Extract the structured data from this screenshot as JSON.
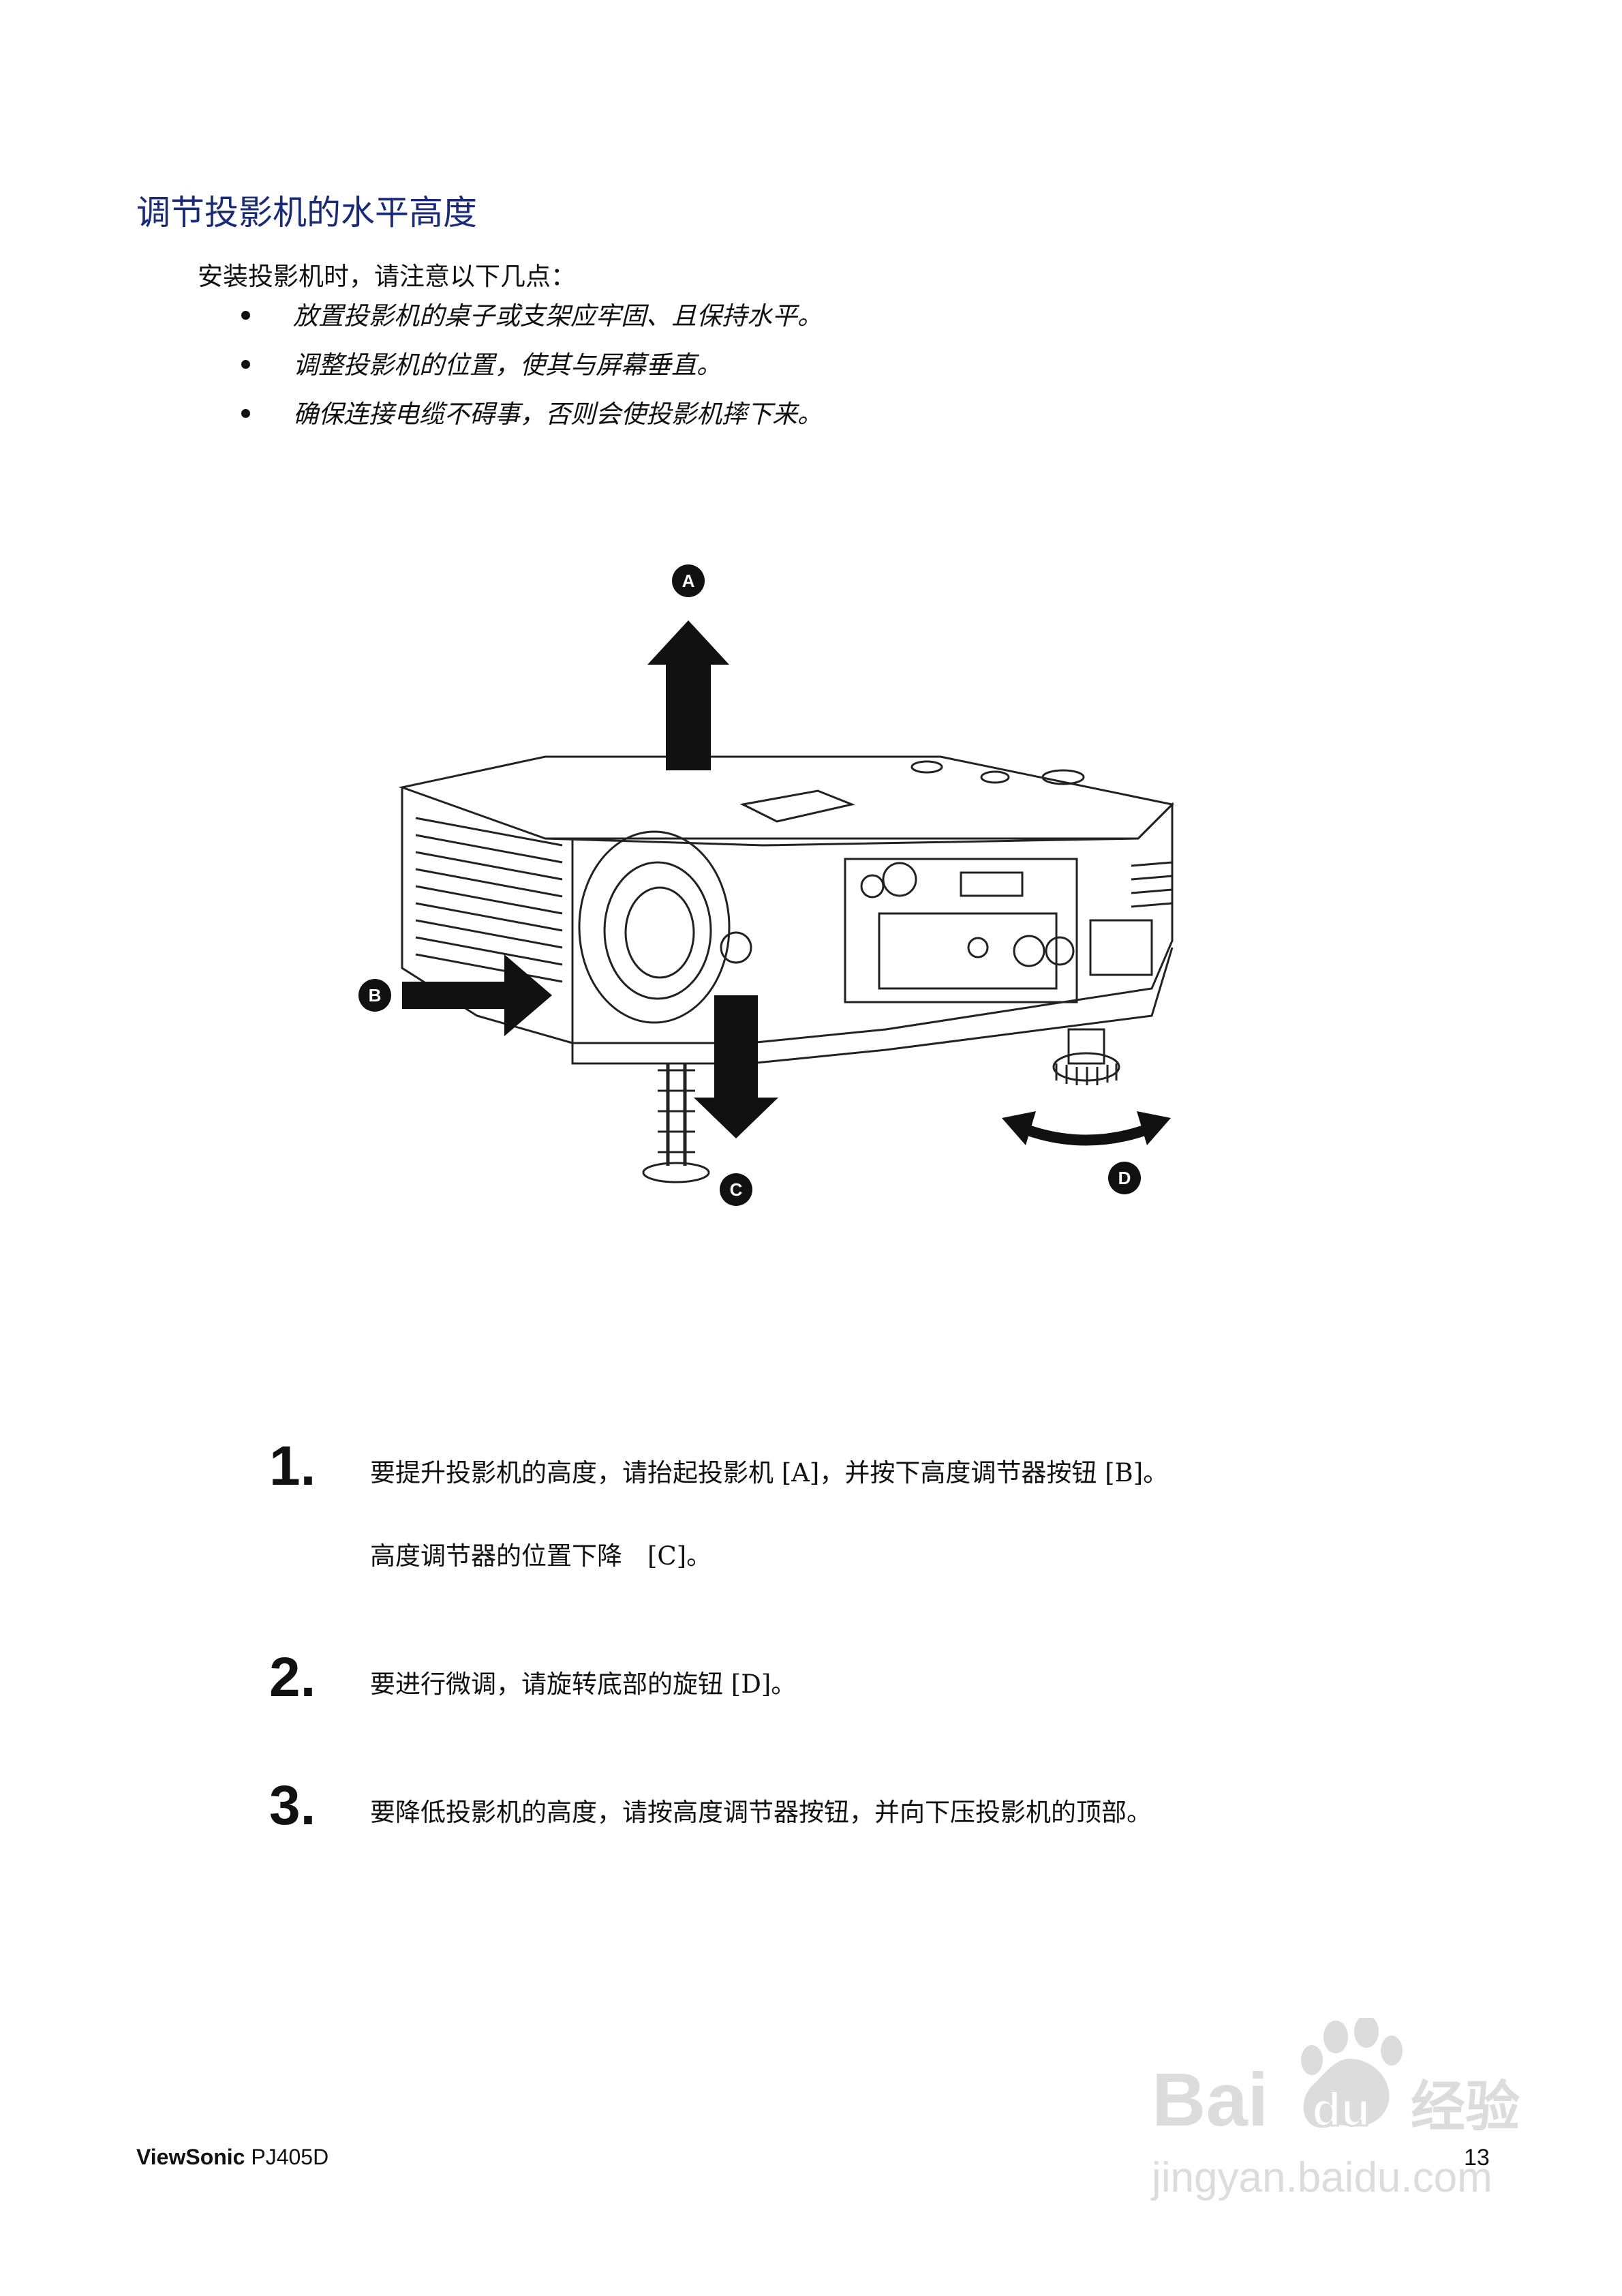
{
  "title": "调节投影机的水平高度",
  "intro": "安装投影机时，请注意以下几点：",
  "bullets": [
    "放置投影机的桌子或支架应牢固、且保持水平。",
    "调整投影机的位置，使其与屏幕垂直。",
    "确保连接电缆不碍事，否则会使投影机摔下来。"
  ],
  "figure": {
    "labels": [
      "A",
      "B",
      "C",
      "D"
    ]
  },
  "steps": [
    {
      "number": "1.",
      "text": "要提升投影机的高度，请抬起投影机 [A]，并按下高度调节器按钮 [B]。",
      "text2": "高度调节器的位置下降　[C]。"
    },
    {
      "number": "2.",
      "text": "要进行微调，请旋转底部的旋钮 [D]。"
    },
    {
      "number": "3.",
      "text": "要降低投影机的高度，请按高度调节器按钮，并向下压投影机的顶部。"
    }
  ],
  "footer": {
    "brand": "ViewSonic",
    "model": "PJ405D",
    "page": "13"
  },
  "watermark": {
    "logo_text": "Bai du 经验",
    "url": "jingyan.baidu.com"
  },
  "colors": {
    "title": "#1a2a7a",
    "text": "#111111",
    "watermark": "#dcdcdc"
  }
}
